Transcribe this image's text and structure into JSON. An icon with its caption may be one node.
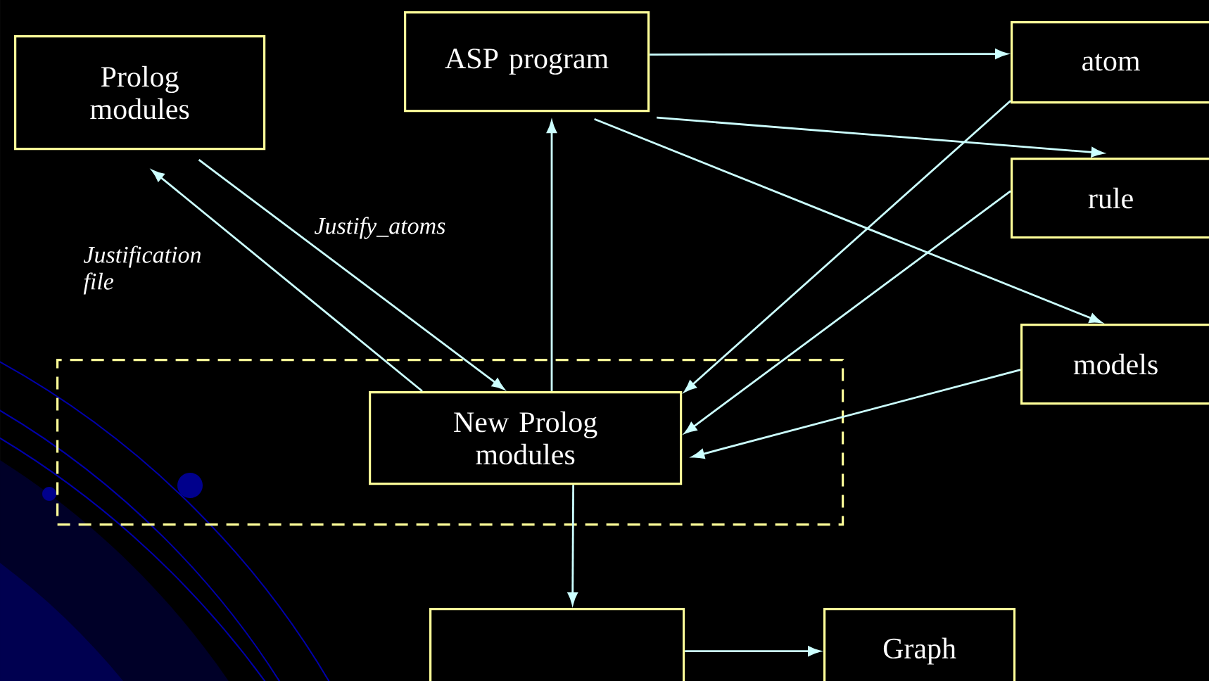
{
  "diagram": {
    "nodes": [
      {
        "text": [
          "Prolog modules"
        ]
      },
      {
        "text": [
          "ASP program"
        ]
      },
      {
        "text": [
          "atom"
        ]
      },
      {
        "text": [
          "rule"
        ]
      },
      {
        "text": [],
        "shape": "box"
      },
      {
        "text": [
          "New  Prolog modules"
        ],
        "in": 4
      },
      {
        "text": [
          "models"
        ]
      },
      {
        "text": [],
        "shape": "box"
      },
      {
        "text": [
          "Graph"
        ]
      }
    ],
    "edges": [
      {
        "from": 5,
        "to": 0,
        "arrow": "to",
        "label": "Justification file"
      },
      {
        "from": 0,
        "to": 5,
        "arrow": "to",
        "label": "Justify_atoms"
      },
      {
        "from": 5,
        "to": 1,
        "arrow": "to"
      },
      {
        "from": 1,
        "to": 2,
        "arrow": "to"
      },
      {
        "from": 1,
        "to": 3,
        "arrow": "to"
      },
      {
        "from": 1,
        "to": 6,
        "arrow": "to"
      },
      {
        "from": 2,
        "to": 5,
        "arrow": "to"
      },
      {
        "from": 3,
        "to": 5,
        "arrow": "to"
      },
      {
        "from": 6,
        "to": 5,
        "arrow": "to"
      },
      {
        "from": 5,
        "to": 7,
        "arrow": "to"
      },
      {
        "from": 7,
        "to": 8,
        "arrow": "to"
      }
    ]
  }
}
